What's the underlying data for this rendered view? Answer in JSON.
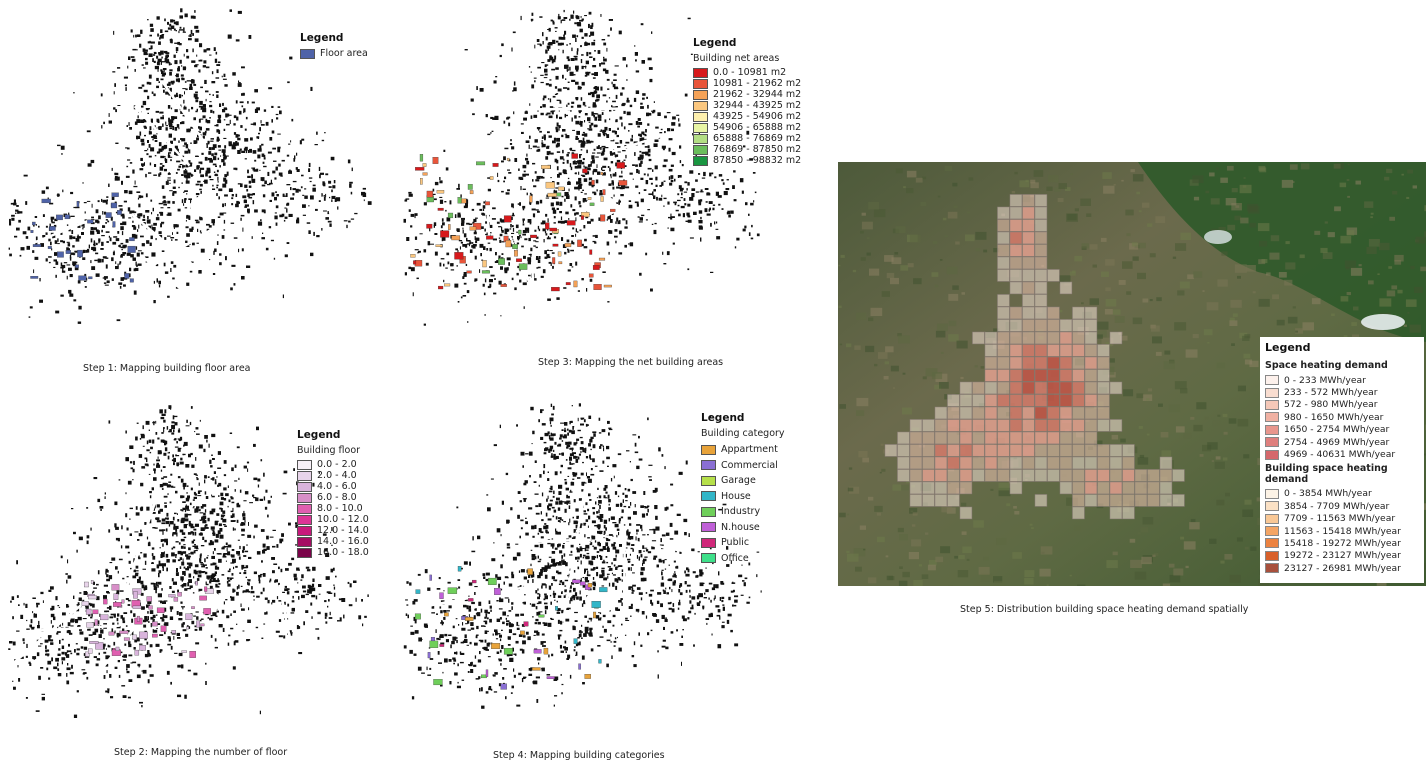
{
  "panels": {
    "step1": {
      "caption": "Step 1: Mapping building floor area",
      "legend": {
        "title": "Legend",
        "items": [
          {
            "label": "Floor area",
            "color": "#4f63a8"
          }
        ]
      }
    },
    "step2": {
      "caption": "Step 2: Mapping the number of floor",
      "legend": {
        "title": "Legend",
        "subtitle": "Building floor",
        "items": [
          {
            "label": "0.0 - 2.0",
            "color": "#f7f0f7"
          },
          {
            "label": "2.0 - 4.0",
            "color": "#e8d4ea"
          },
          {
            "label": "4.0 - 6.0",
            "color": "#d9b4dc"
          },
          {
            "label": "6.0 - 8.0",
            "color": "#d88fc8"
          },
          {
            "label": "8.0 - 10.0",
            "color": "#e05fb0"
          },
          {
            "label": "10.0 - 12.0",
            "color": "#dc3496"
          },
          {
            "label": "12.0 - 14.0",
            "color": "#c8197c"
          },
          {
            "label": "14.0 - 16.0",
            "color": "#a50d63"
          },
          {
            "label": "16.0 - 18.0",
            "color": "#7a0349"
          }
        ]
      }
    },
    "step3": {
      "caption": "Step 3: Mapping the net building areas",
      "legend": {
        "title": "Legend",
        "subtitle": "Building net areas",
        "items": [
          {
            "label": "0.0 - 10981 m2",
            "color": "#d7191c"
          },
          {
            "label": "10981 - 21962 m2",
            "color": "#e8553a"
          },
          {
            "label": "21962 - 32944 m2",
            "color": "#f4a258"
          },
          {
            "label": "32944 - 43925 m2",
            "color": "#fbc77f"
          },
          {
            "label": "43925 - 54906 m2",
            "color": "#fef0ae"
          },
          {
            "label": "54906 - 65888 m2",
            "color": "#e8f5a4"
          },
          {
            "label": "65888 - 76869 m2",
            "color": "#b3de84"
          },
          {
            "label": "76869 - 87850 m2",
            "color": "#6bbd5c"
          },
          {
            "label": "87850 - 98832 m2",
            "color": "#1a9641"
          }
        ]
      }
    },
    "step4": {
      "caption": "Step 4: Mapping building categories",
      "legend": {
        "title": "Legend",
        "subtitle": "Building category",
        "items": [
          {
            "label": "Appartment",
            "color": "#e8a33a"
          },
          {
            "label": "Commercial",
            "color": "#8a6fd4"
          },
          {
            "label": "Garage",
            "color": "#b6e04a"
          },
          {
            "label": "House",
            "color": "#32b6c8"
          },
          {
            "label": "Industry",
            "color": "#6fcf5a"
          },
          {
            "label": "N.house",
            "color": "#c060d8"
          },
          {
            "label": "Public",
            "color": "#d0287a"
          },
          {
            "label": "Office",
            "color": "#3ee08a"
          }
        ]
      }
    },
    "step5": {
      "caption": "Step 5: Distribution building space heating demand spatially",
      "legend": {
        "title": "Legend",
        "group1_title": "Space heating demand",
        "group1": [
          {
            "label": "0 - 233 MWh/year",
            "color": "#fdf1ec"
          },
          {
            "label": "233 - 572 MWh/year",
            "color": "#f9ddd0"
          },
          {
            "label": "572 - 980 MWh/year",
            "color": "#f5c8b8"
          },
          {
            "label": "980 - 1650 MWh/year",
            "color": "#f0b1a3"
          },
          {
            "label": "1650 - 2754 MWh/year",
            "color": "#e8968d"
          },
          {
            "label": "2754 - 4969 MWh/year",
            "color": "#df7f7d"
          },
          {
            "label": "4969 - 40631 MWh/year",
            "color": "#d4676b"
          }
        ],
        "group2_title": "Building space heating demand",
        "group2": [
          {
            "label": "0 - 3854 MWh/year",
            "color": "#fdf3e6"
          },
          {
            "label": "3854 - 7709 MWh/year",
            "color": "#fbe1c5"
          },
          {
            "label": "7709 - 11563 MWh/year",
            "color": "#f9c896"
          },
          {
            "label": "11563 - 15418 MWh/year",
            "color": "#f4a565"
          },
          {
            "label": "15418 - 19272 MWh/year",
            "color": "#ec8240"
          },
          {
            "label": "19272 - 23127 MWh/year",
            "color": "#d8602a"
          },
          {
            "label": "23127 - 26981 MWh/year",
            "color": "#a8503c"
          }
        ]
      }
    }
  }
}
